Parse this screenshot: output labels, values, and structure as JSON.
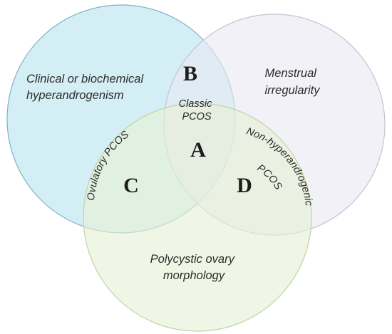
{
  "sets": [
    {
      "label_lines": [
        "Clinical or biochemical",
        "hyperandrogenism"
      ],
      "fill": "#b9e3ef",
      "stroke": "#7fb3c4"
    },
    {
      "label_lines": [
        "Menstrual",
        "irregularity"
      ],
      "fill": "#e9e8f2",
      "stroke": "#c4c3d3"
    },
    {
      "label_lines": [
        "Polycystic ovary",
        "morphology"
      ],
      "fill": "#e6f0d5",
      "stroke": "#bfd3a4"
    }
  ],
  "regions": {
    "A": {
      "letter": "A"
    },
    "B": {
      "letter": "B",
      "phenotype_lines": [
        "Classic",
        "PCOS"
      ]
    },
    "C": {
      "letter": "C",
      "phenotype": "Ovulatory PCOS"
    },
    "D": {
      "letter": "D",
      "phenotype_lines": [
        "Non-hyperandrogenic",
        "PCOS"
      ]
    }
  },
  "colors": {
    "text": "#2b2b2b",
    "letter": "#1e1e1e"
  }
}
